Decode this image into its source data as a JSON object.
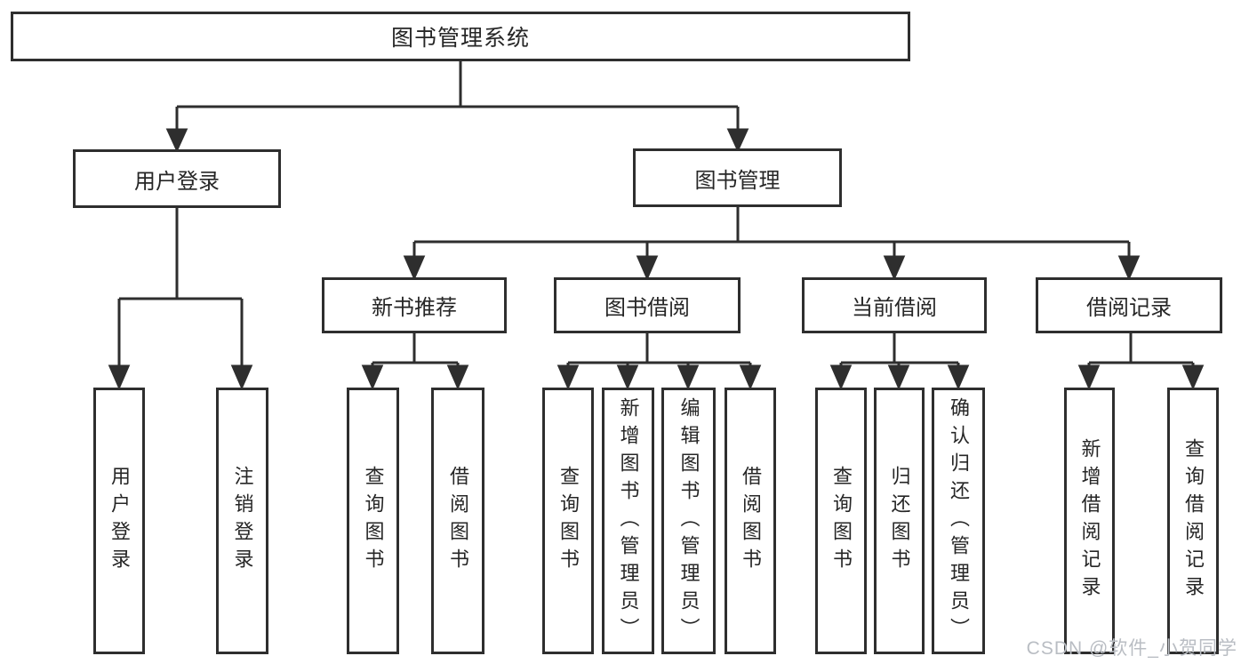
{
  "diagram": {
    "root": {
      "label": "图书管理系统"
    },
    "level2": [
      {
        "label": "用户登录"
      },
      {
        "label": "图书管理"
      }
    ],
    "level3": [
      {
        "label": "新书推荐"
      },
      {
        "label": "图书借阅"
      },
      {
        "label": "当前借阅"
      },
      {
        "label": "借阅记录"
      }
    ],
    "leaves": {
      "user_login": [
        "用户登录",
        "注销登录"
      ],
      "new_book_recommend": [
        "查询图书",
        "借阅图书"
      ],
      "book_borrow": [
        "查询图书",
        "新增图书（管理员）",
        "编辑图书（管理员）",
        "借阅图书"
      ],
      "current_borrow": [
        "查询图书",
        "归还图书",
        "确认归还（管理员）"
      ],
      "borrow_record": [
        "新增借阅记录",
        "查询借阅记录"
      ]
    }
  },
  "watermark": {
    "text": "CSDN @软件_小贺同学"
  },
  "colors": {
    "line": "#2e2e2e",
    "text": "#262626",
    "watermark": "#b9bdc3",
    "background": "#ffffff"
  }
}
